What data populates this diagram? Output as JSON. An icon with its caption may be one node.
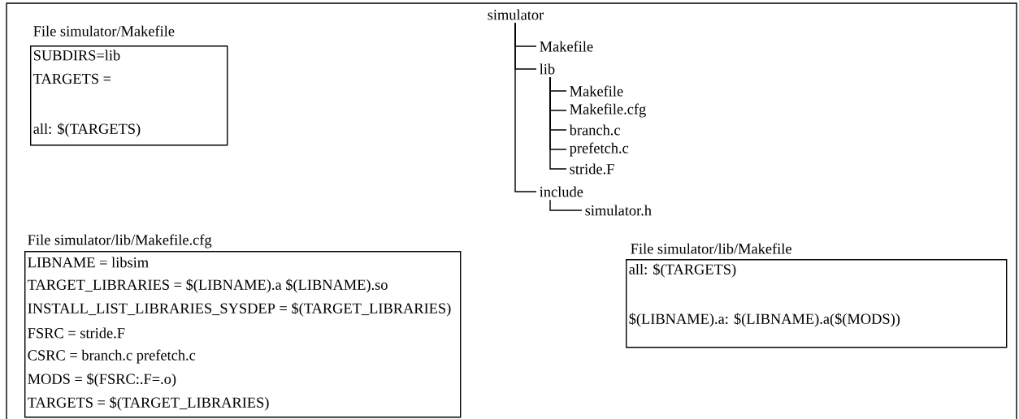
{
  "diagram": {
    "nodes": [
      {
        "text": [
          "File simulator/Makefile",
          "SUBDIRS=lib",
          "TARGETS =",
          "all: $(TARGETS)"
        ]
      },
      {
        "text": [
          "File simulator/lib/Makefile.cfg",
          "LIBNAME =  libsim",
          "TARGET_LIBRARIES = $(LIBNAME).a $(LIBNAME).so",
          "INSTALL_LIST_LIBRARIES_SYSDEP = $(TARGET_LIBRARIES)",
          "FSRC =  stride.F",
          "CSRC = branch.c prefetch.c",
          "MODS = $(FSRC:.F=.o)",
          "TARGETS = $(TARGET_LIBRARIES)"
        ]
      },
      {
        "text": [
          "File simulator/lib/Makefile",
          "all: $(TARGETS)",
          "$(LIBNAME).a: $(LIBNAME).a($(MODS))"
        ]
      },
      {
        "text": [
          "simulator"
        ]
      },
      {
        "text": [
          "Makefile"
        ]
      },
      {
        "text": [
          "lib"
        ]
      },
      {
        "text": [
          "Makefile"
        ]
      },
      {
        "text": [
          "Makefile.cfg"
        ]
      },
      {
        "text": [
          "branch.c"
        ]
      },
      {
        "text": [
          "prefetch.c"
        ]
      },
      {
        "text": [
          "stride.F"
        ]
      },
      {
        "text": [
          "include"
        ]
      },
      {
        "text": [
          "simulator.h"
        ]
      }
    ],
    "edges": [
      {
        "from": 3,
        "to": 4,
        "arrow": "none"
      },
      {
        "from": 3,
        "to": 5,
        "arrow": "none"
      },
      {
        "from": 5,
        "to": 6,
        "arrow": "none"
      },
      {
        "from": 5,
        "to": 7,
        "arrow": "none"
      },
      {
        "from": 5,
        "to": 8,
        "arrow": "none"
      },
      {
        "from": 5,
        "to": 9,
        "arrow": "none"
      },
      {
        "from": 5,
        "to": 10,
        "arrow": "none"
      },
      {
        "from": 3,
        "to": 11,
        "arrow": "none"
      },
      {
        "from": 11,
        "to": 12,
        "arrow": "none"
      }
    ]
  }
}
